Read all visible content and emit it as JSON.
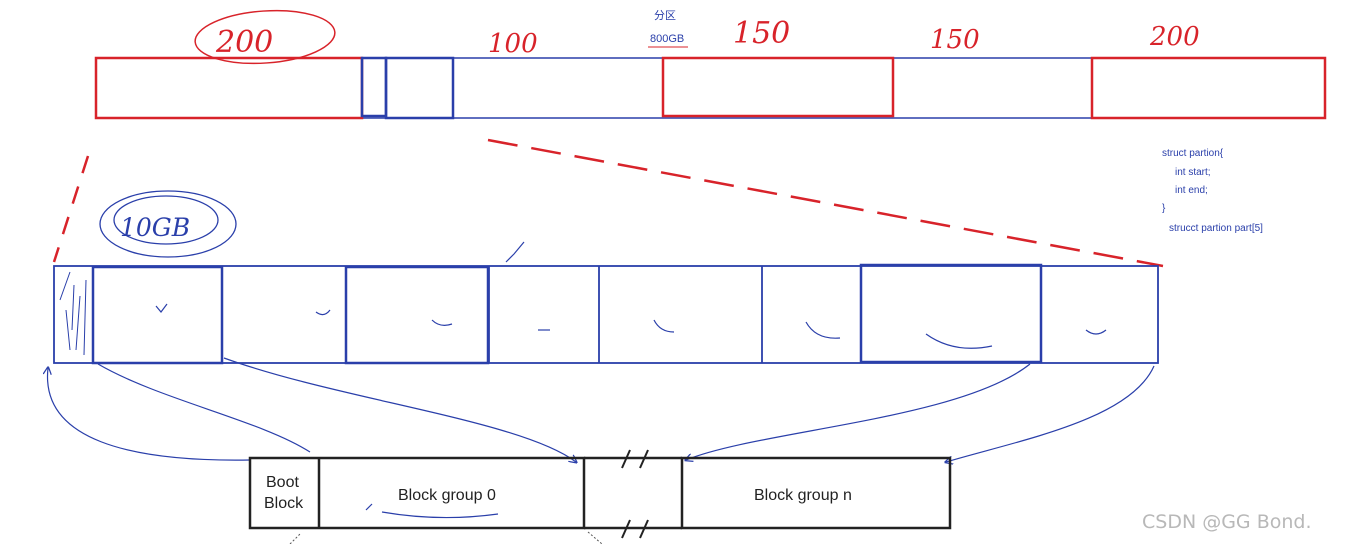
{
  "partition_sizes": [
    "200",
    "100",
    "150",
    "150",
    "200"
  ],
  "label": {
    "title": "分区",
    "subtitle": "800GB",
    "group_size": "10GB"
  },
  "struct_code": [
    "struct partion{",
    "int start;",
    "int end;",
    "}",
    "strucct partion part[5]"
  ],
  "ext2": {
    "boot_block": [
      "Boot",
      "Block"
    ],
    "group0": "Block group 0",
    "groupn": "Block group n"
  },
  "watermark": "CSDN @GG Bond.",
  "colors": {
    "red": "#d8232a",
    "blue": "#2a3faa",
    "dark": "#222222",
    "watermark": "#b8b8b8"
  }
}
